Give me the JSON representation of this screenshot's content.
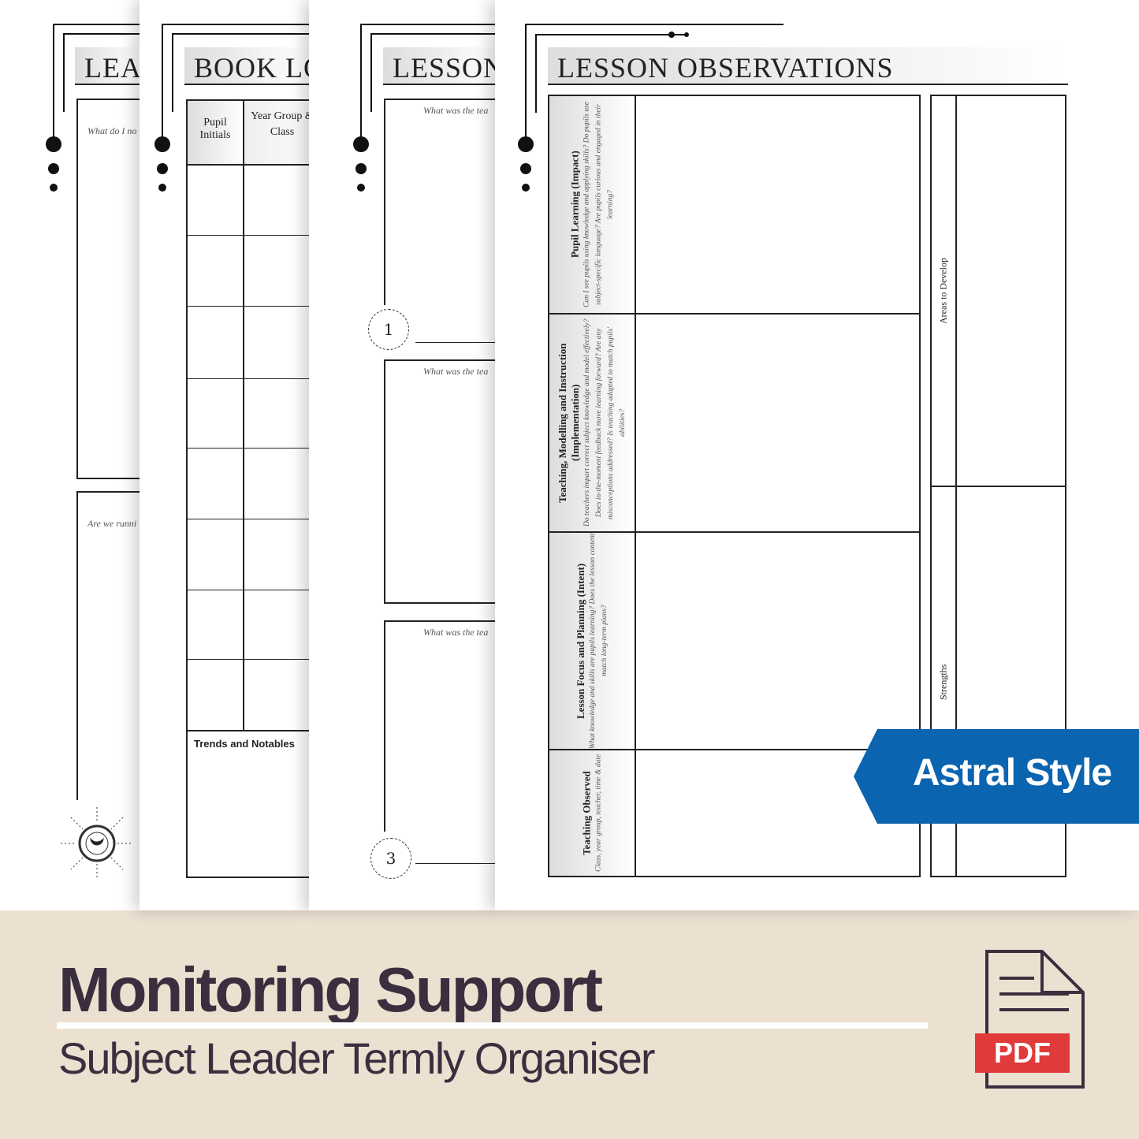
{
  "pages": {
    "page1": {
      "title": "LEAI",
      "prompt1": "What do I no",
      "prompt2": "Are we runni"
    },
    "page2": {
      "title": "BOOK LO",
      "col1": "Pupil Initials",
      "col2": "Year Group & Class",
      "footer": "Trends and Notables"
    },
    "page3": {
      "title": "LESSON",
      "prompt": "What was the tea",
      "circle1": "1",
      "circle3": "3"
    },
    "page4": {
      "title": "LESSON OBSERVATIONS",
      "rows": [
        {
          "title": "Pupil Learning (Impact)",
          "hint": "Can I see pupils using knowledge and applying skills? Do pupils use subject-specific language? Are pupils curious and engaged in their learning?"
        },
        {
          "title": "Teaching, Modelling and Instruction (Implementation)",
          "hint": "Do teachers impart correct subject knowledge and model effectively? Does in-the-moment feedback move learning forward? Are any misconceptions addressed? Is teaching adapted to match pupils' abilities?"
        },
        {
          "title": "Lesson Focus and Planning (Intent)",
          "hint": "What knowledge and skills are pupils learning? Does the lesson content match long-term plans?"
        },
        {
          "title": "Teaching Observed",
          "hint": "Class, year group, teacher, time & date"
        }
      ],
      "side1": "Areas to Develop",
      "side2": "Strengths"
    }
  },
  "banner": {
    "label": "Astral Style",
    "color": "#0a64b0"
  },
  "footer": {
    "title": "Monitoring Support",
    "subtitle": "Subject Leader Termly Organiser",
    "file_badge": "PDF",
    "icon": "pdf-file-icon"
  }
}
